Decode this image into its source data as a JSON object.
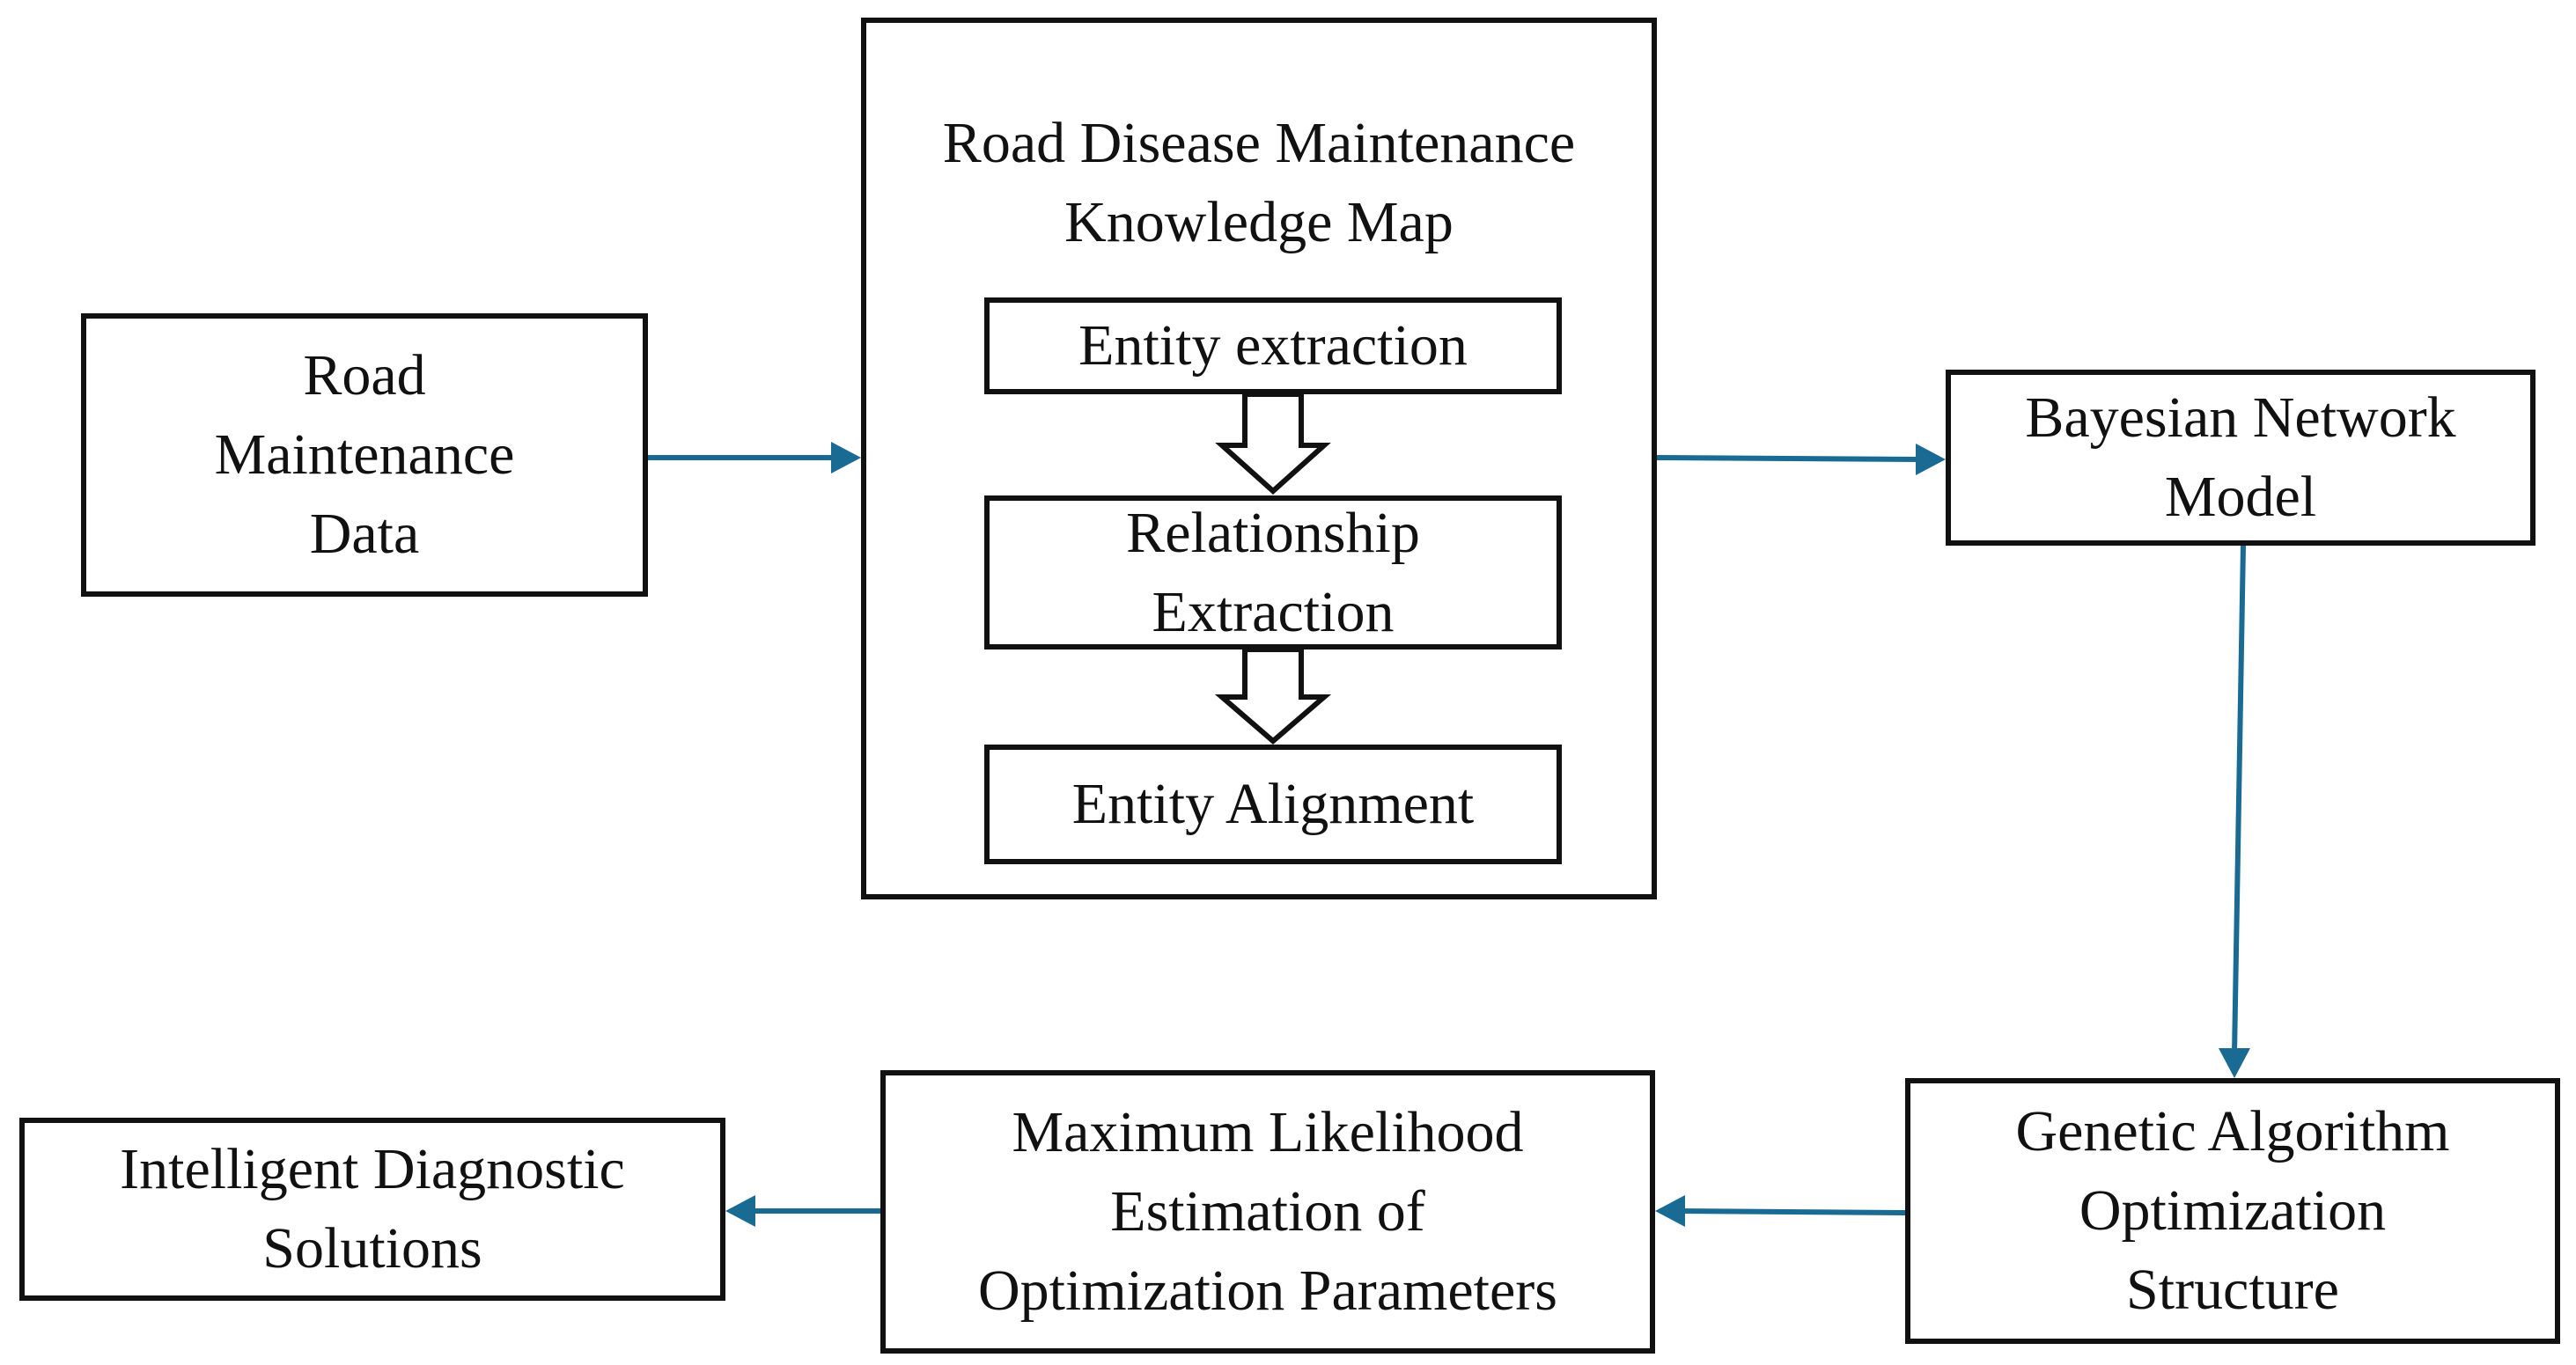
{
  "colors": {
    "arrow": "#1a6b94",
    "border": "#111111",
    "text": "#111111",
    "background": "#ffffff"
  },
  "nodes": {
    "road_maintenance_data": {
      "lines": [
        "Road",
        "Maintenance",
        "Data"
      ]
    },
    "knowledge_map": {
      "title_lines": [
        "Road Disease Maintenance",
        "Knowledge Map"
      ],
      "steps": {
        "entity_extraction": {
          "lines": [
            "Entity extraction"
          ]
        },
        "relationship_extraction": {
          "lines": [
            "Relationship",
            "Extraction"
          ]
        },
        "entity_alignment": {
          "lines": [
            "Entity Alignment"
          ]
        }
      }
    },
    "bayesian_network_model": {
      "lines": [
        "Bayesian Network",
        "Model"
      ]
    },
    "genetic_algorithm": {
      "lines": [
        "Genetic Algorithm",
        "Optimization",
        "Structure"
      ]
    },
    "maximum_likelihood": {
      "lines": [
        "Maximum Likelihood",
        "Estimation of",
        "Optimization Parameters"
      ]
    },
    "intelligent_diagnostic": {
      "lines": [
        "Intelligent Diagnostic",
        "Solutions"
      ]
    }
  }
}
